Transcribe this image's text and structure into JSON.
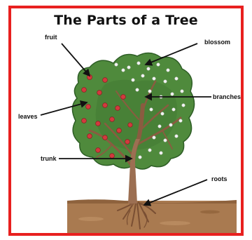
{
  "title": "The Parts of a Tree",
  "labels": {
    "fruit": "fruit",
    "blossom": "blossom",
    "leaves": "leaves",
    "branches": "branches",
    "trunk": "trunk",
    "roots": "roots"
  },
  "colors": {
    "border": "#e8201f",
    "foliage": "#4f8a3c",
    "foliage_dark": "#2e5e26",
    "fruit": "#d23a3e",
    "blossom": "#f2f2f2",
    "trunk": "#9c6f52",
    "soil": "#a97a50",
    "arrow": "#111111"
  }
}
